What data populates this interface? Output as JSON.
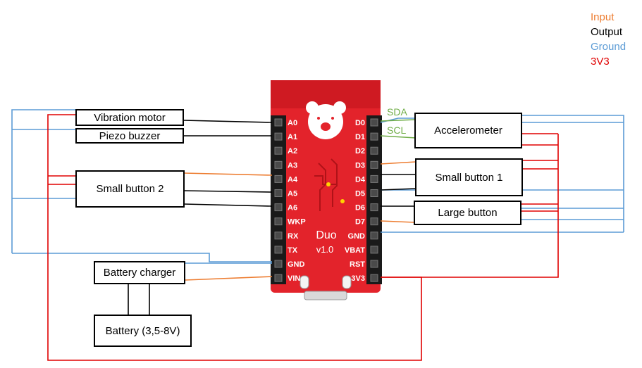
{
  "legend": {
    "input": "Input",
    "output": "Output",
    "ground": "Ground",
    "v3v3": "3V3"
  },
  "colors": {
    "input": "#ed7d31",
    "output": "#000000",
    "ground": "#5b9bd5",
    "v3v3": "#e00000",
    "bus": "#70ad47",
    "board": "#e3232b",
    "header": "#1a1a1a"
  },
  "components": {
    "vibration_motor": "Vibration motor",
    "piezo_buzzer": "Piezo buzzer",
    "small_button_2": "Small button 2",
    "battery_charger": "Battery charger",
    "battery": "Battery (3,5-8V)",
    "accelerometer": "Accelerometer",
    "small_button_1": "Small button 1",
    "large_button": "Large button"
  },
  "board": {
    "name": "Duo",
    "version": "v1.0",
    "left_pins": [
      "A0",
      "A1",
      "A2",
      "A3",
      "A4",
      "A5",
      "A6",
      "WKP",
      "RX",
      "TX",
      "GND",
      "VIN"
    ],
    "right_pins": [
      "D0",
      "D1",
      "D2",
      "D3",
      "D4",
      "D5",
      "D6",
      "D7",
      "GND",
      "VBAT",
      "RST",
      "3V3"
    ]
  },
  "bus_labels": {
    "sda": "SDA",
    "scl": "SCL"
  }
}
